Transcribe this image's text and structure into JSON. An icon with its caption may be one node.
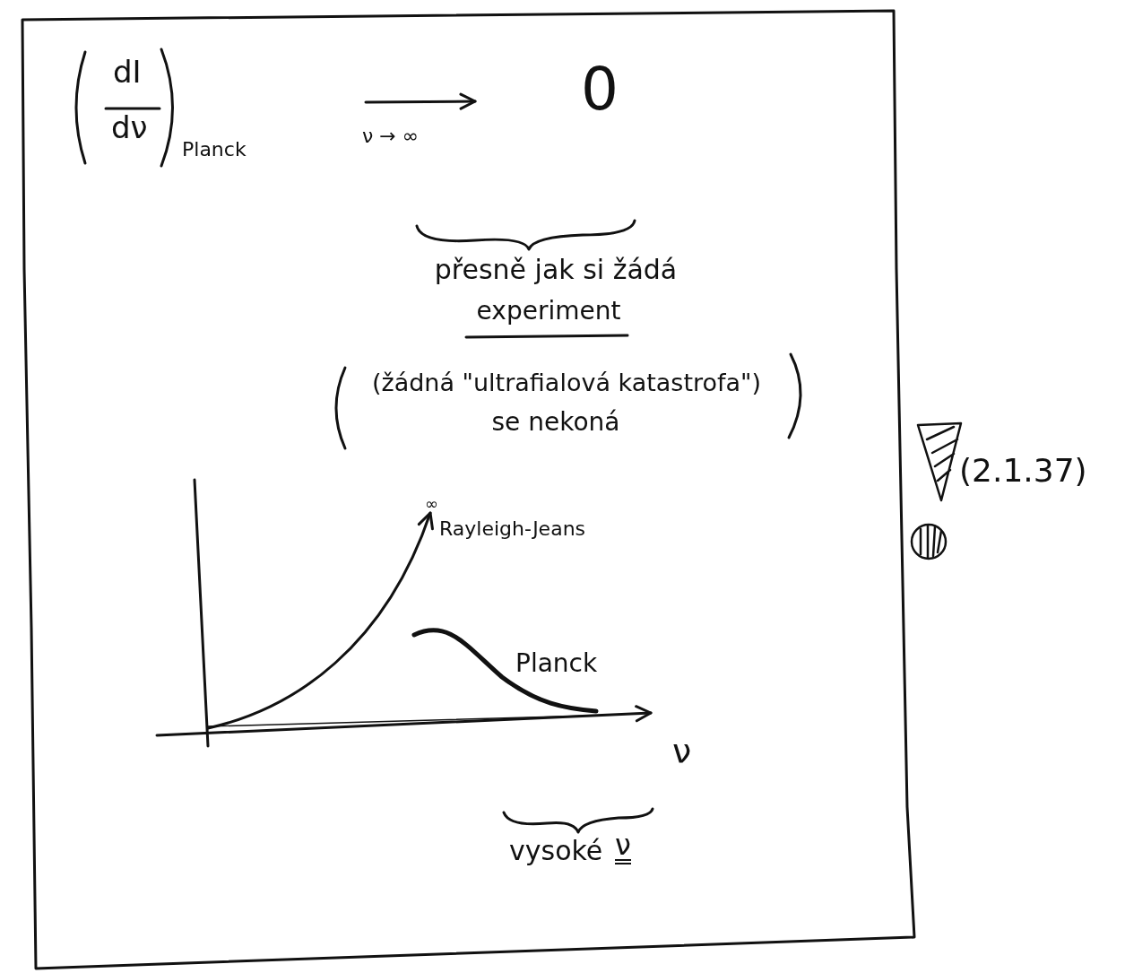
{
  "diagram": {
    "labels": [
      "dI",
      "dν",
      "Planck",
      "ν → ∞",
      "0",
      "přesně jak si žádá",
      "experiment",
      "(žádná \"ultrafialová katastrofa\")",
      "se nekoná",
      "∞",
      "Rayleigh-Jeans",
      "Planck",
      "ν",
      "vysoké",
      "ν",
      "(2.1.37)"
    ]
  }
}
